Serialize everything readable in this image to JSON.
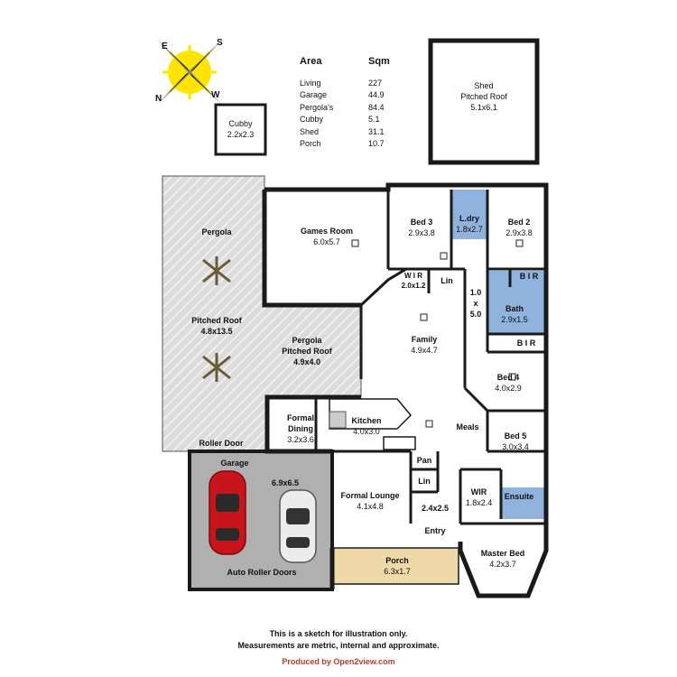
{
  "compass": {
    "north": "N",
    "south": "S",
    "east": "E",
    "west": "W"
  },
  "area_table": {
    "header_area": "Area",
    "header_sqm": "Sqm",
    "rows": [
      {
        "area": "Living",
        "sqm": "227"
      },
      {
        "area": "Garage",
        "sqm": "44.9"
      },
      {
        "area": "Pergola's",
        "sqm": "84.4"
      },
      {
        "area": "Cubby",
        "sqm": "5.1"
      },
      {
        "area": "Shed",
        "sqm": "31.1"
      },
      {
        "area": "Porch",
        "sqm": "10.7"
      }
    ]
  },
  "outbuildings": {
    "cubby": {
      "name": "Cubby",
      "dim": "2.2x2.3"
    },
    "shed": {
      "name": "Shed",
      "sub": "Pitched Roof",
      "dim": "5.1x6.1"
    }
  },
  "rooms": {
    "pergola_main": {
      "name": "Pergola",
      "sub": "Pitched Roof",
      "dim": "4.8x13.5"
    },
    "pergola_small": {
      "name": "Pergola",
      "sub": "Pitched Roof",
      "dim": "4.9x4.0"
    },
    "games_room": {
      "name": "Games Room",
      "dim": "6.0x5.7"
    },
    "bed3": {
      "name": "Bed 3",
      "dim": "2.9x3.8"
    },
    "laundry": {
      "name": "L.dry",
      "dim": "1.8x2.7"
    },
    "bed2": {
      "name": "Bed 2",
      "dim": "2.9x3.8"
    },
    "wir_small": {
      "name": "W I R",
      "dim": "2.0x1.2"
    },
    "lin_top": {
      "name": "Lin"
    },
    "hall": {
      "line1": "1.0",
      "line2": "x",
      "line3": "5.0"
    },
    "bir_top": {
      "name": "B I R"
    },
    "bath": {
      "name": "Bath",
      "dim": "2.9x1.5"
    },
    "bir_bottom": {
      "name": "B I R"
    },
    "family": {
      "name": "Family",
      "dim": "4.9x4.7"
    },
    "bed4": {
      "name": "Bed 4",
      "dim": "4.0x2.9"
    },
    "formal_dining": {
      "name": "Formal",
      "name2": "Dining",
      "dim": "3.2x3.6"
    },
    "kitchen": {
      "name": "Kitchen",
      "dim": "4.0x3.0"
    },
    "meals": {
      "name": "Meals"
    },
    "bed5": {
      "name": "Bed 5",
      "dim": "3.0x3.4"
    },
    "pan": {
      "name": "Pan"
    },
    "lin_bottom": {
      "name": "Lin"
    },
    "garage": {
      "name": "Garage",
      "dim": "6.9x6.5",
      "roller": "Roller Door",
      "auto": "Auto Roller Doors"
    },
    "formal_lounge": {
      "name": "Formal Lounge",
      "dim": "4.1x4.8"
    },
    "wir_large": {
      "name": "WIR",
      "dim": "1.8x2.4"
    },
    "ensuite": {
      "name": "Ensuite"
    },
    "entry": {
      "dim": "2.4x2.5",
      "name": "Entry"
    },
    "porch": {
      "name": "Porch",
      "dim": "6.3x1.7"
    },
    "master_bed": {
      "name": "Master Bed",
      "dim": "4.2x3.7"
    }
  },
  "footer": {
    "line1": "This is a sketch for illustration only.",
    "line2": "Measurements are metric, internal and approximate.",
    "credit": "Produced by Open2view.com"
  },
  "colors": {
    "wall": "#1a1a1a",
    "pergola_fill": "#d9d9d9",
    "garage_fill": "#b0b0b0",
    "wet_area": "#8fb3dd",
    "porch": "#f0d9a8",
    "car_red": "#c8141b",
    "car_white": "#ececec",
    "compass_sun": "#ffe400"
  }
}
